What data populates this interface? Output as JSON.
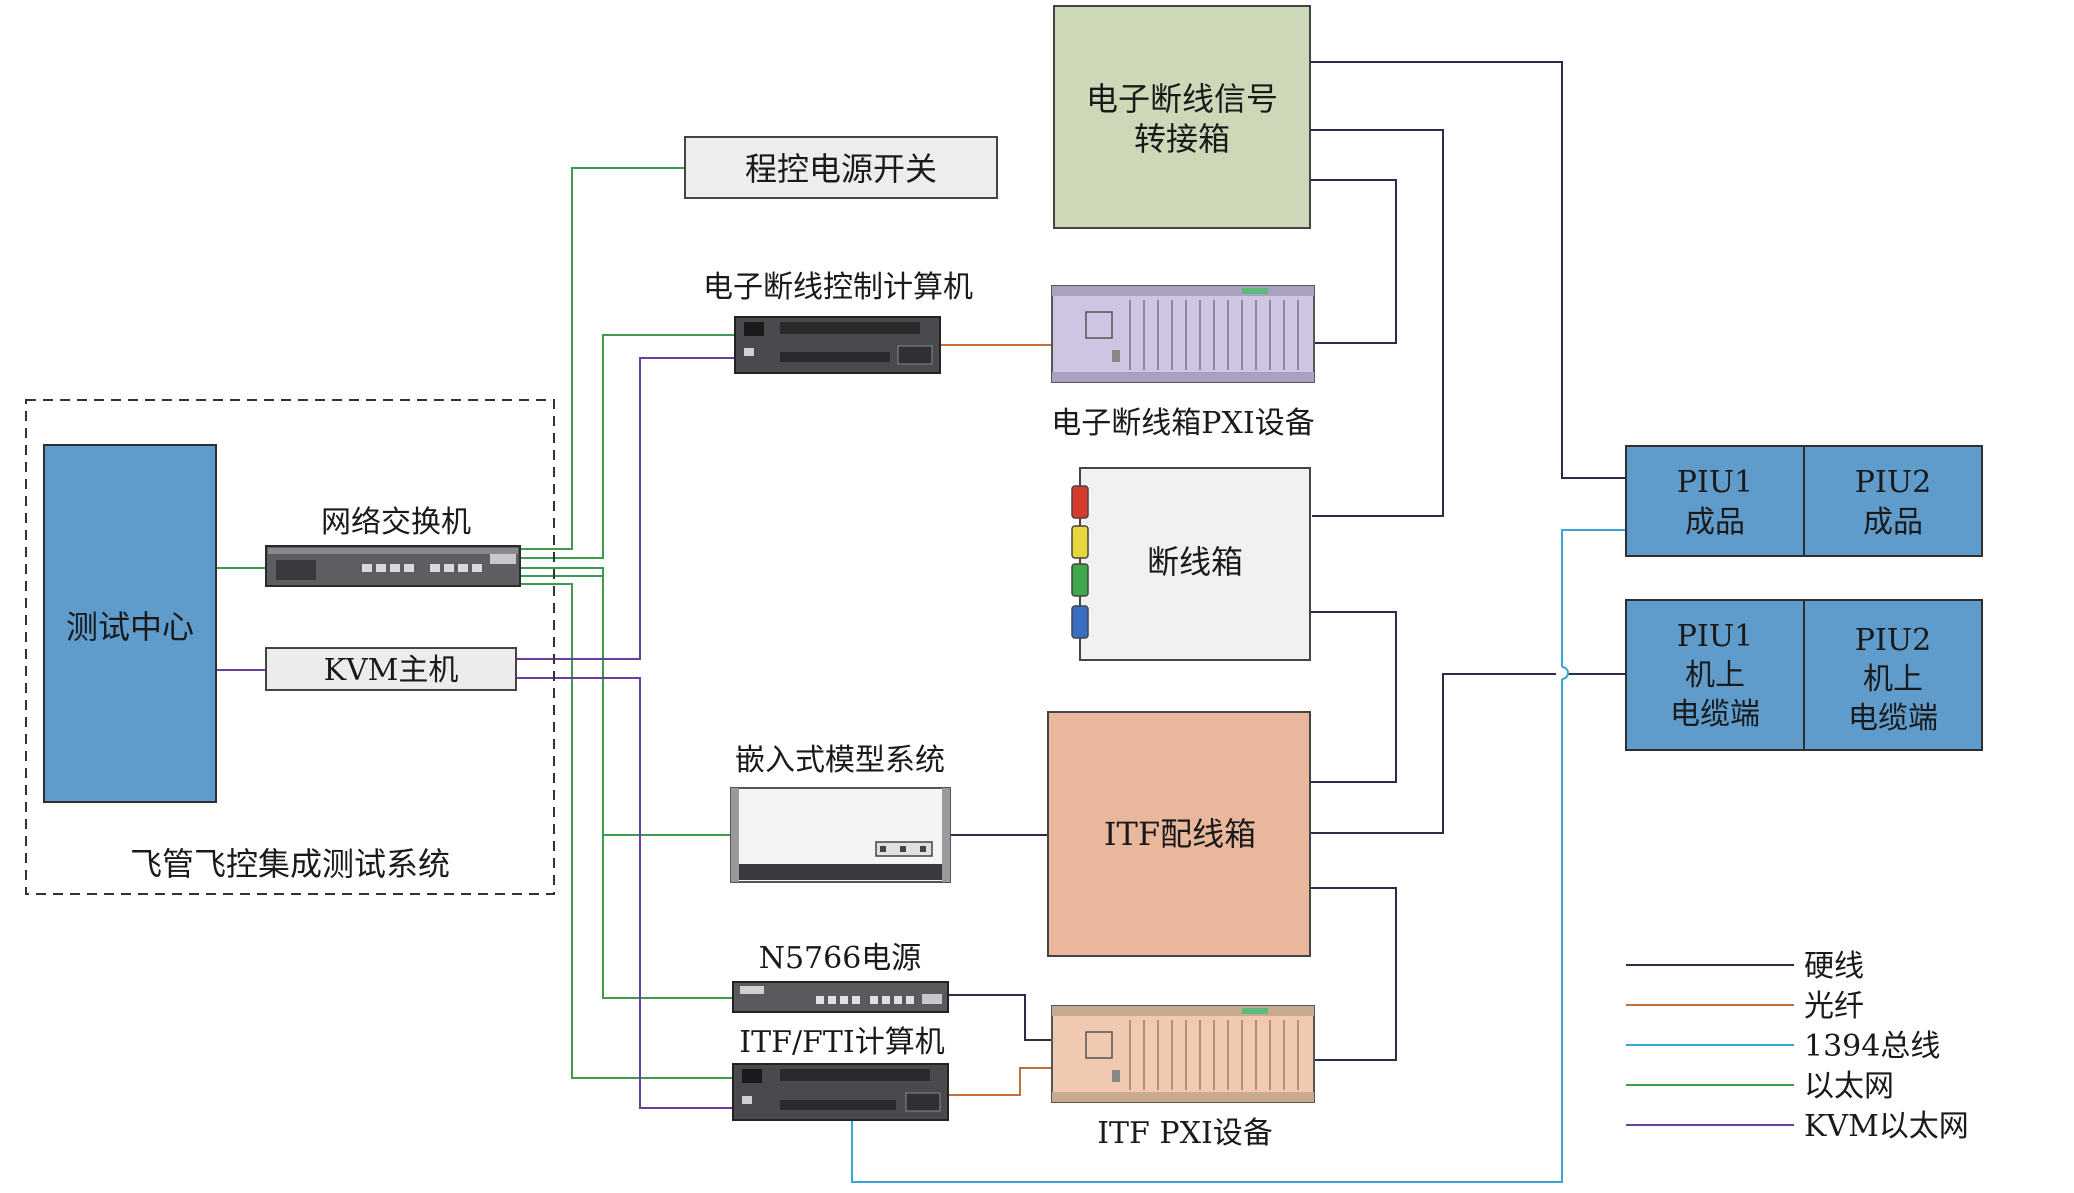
{
  "colors": {
    "hardwire": "#2b2b4a",
    "fiber": "#c0703a",
    "bus1394": "#3aa7d3",
    "ethernet": "#3f9a4f",
    "kvm": "#6a3f9a",
    "blue_box": "#5f9ccc",
    "green_box": "#cdd8b8",
    "peach_box": "#e8b79c",
    "pxi_purple": "#cfc4e2",
    "pxi_peach": "#f0c9b0"
  },
  "labels": {
    "test_center": "测试中心",
    "network_switch": "网络交换机",
    "kvm_host": "KVM主机",
    "system_name": "飞管飞控集成测试系统",
    "programmable_power_switch": "程控电源开关",
    "break_control_computer": "电子断线控制计算机",
    "break_pxi": "电子断线箱PXI设备",
    "signal_box_line1": "电子断线信号",
    "signal_box_line2": "转接箱",
    "break_box": "断线箱",
    "embedded_model": "嵌入式模型系统",
    "itf_wiring_box": "ITF配线箱",
    "n5766": "N5766电源",
    "itf_fti_computer": "ITF/FTI计算机",
    "itf_pxi": "ITF PXI设备",
    "piu1_product_l1": "PIU1",
    "piu1_product_l2": "成品",
    "piu2_product_l1": "PIU2",
    "piu2_product_l2": "成品",
    "piu1_cable_l1": "PIU1",
    "piu1_cable_l2": "机上",
    "piu1_cable_l3": "电缆端",
    "piu2_cable_l1": "PIU2",
    "piu2_cable_l2": "机上",
    "piu2_cable_l3": "电缆端"
  },
  "legend": [
    {
      "label": "硬线",
      "color": "#2b2b4a"
    },
    {
      "label": "光纤",
      "color": "#c0703a"
    },
    {
      "label": "1394总线",
      "color": "#3aa7d3"
    },
    {
      "label": "以太网",
      "color": "#3f9a4f"
    },
    {
      "label": "KVM以太网",
      "color": "#6a3f9a"
    }
  ]
}
